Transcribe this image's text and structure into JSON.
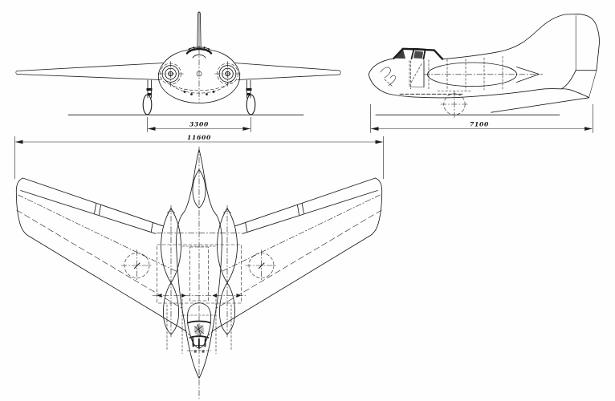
{
  "page": {
    "background": "#fefefe",
    "ink_color": "#1c1c1c"
  },
  "diagram": {
    "kind": "aircraft three-view technical drawing",
    "views": {
      "front": {
        "dimensions": {
          "wheel_track": {
            "label": "3300"
          }
        }
      },
      "plan": {
        "dimensions": {
          "wingspan": {
            "label": "11600"
          }
        }
      },
      "side": {
        "dimensions": {
          "length": {
            "label": "7100"
          }
        }
      }
    }
  }
}
